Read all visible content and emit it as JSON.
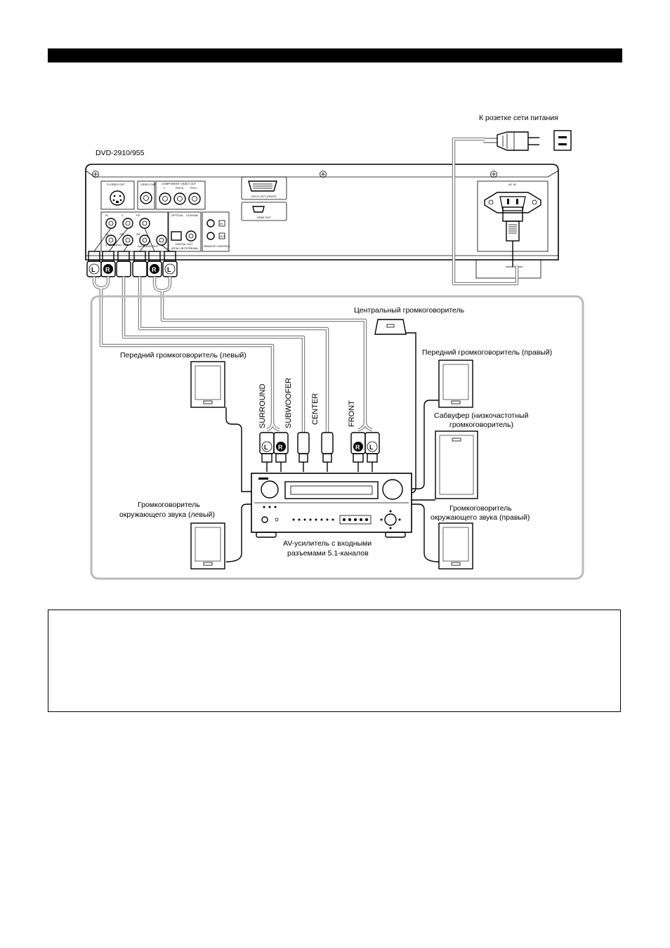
{
  "labels": {
    "power_outlet": "К розетке сети питания",
    "dvd_model": "DVD-2910/955",
    "center_speaker": "Центральный громкоговоритель",
    "front_left": "Передний громкоговоритель (левый)",
    "front_right": "Передний громкоговоритель (правый)",
    "subwoofer_line1": "Сабвуфер (низкочастотный",
    "subwoofer_line2": "громкоговоритель)",
    "surround_left_line1": "Громкоговоритель",
    "surround_left_line2": "окружающего звука (левый)",
    "surround_right_line1": "Громкоговоритель",
    "surround_right_line2": "окружающего звука (правый)",
    "amp_line1": "AV-усилитель с входными",
    "amp_line2": "разъемами 5.1-каналов"
  },
  "amp_inputs": {
    "surround": "SURROUND",
    "subwoofer": "SUBWOOFER",
    "center": "CENTER",
    "front": "FRONT"
  },
  "plug_marks": {
    "left": "L",
    "right": "R"
  },
  "panel": {
    "s_video_out": "S-VIDEO OUT",
    "video_out": "VIDEO OUT",
    "component_video_out": "COMPONENT VIDEO OUT",
    "comp_y": "Y",
    "comp_pb": "Pb/Cb",
    "comp_pr": "Pr/Cr",
    "dvi_out": "DVI-D OUT (HDCP)",
    "hdmi_out": "HDMI OUT",
    "ac_in": "AC IN",
    "optical": "OPTICAL",
    "coaxial": "COAXIAL",
    "audio_out_51": "5.1ch AUDIO OUT",
    "audio_out_2ch": "2ch AUDIO OUT",
    "digital_out": "DIGITAL OUT",
    "digital_out_sub": "(PCM / BITSTREAM)",
    "remote_control": "REMOTE CONTROL",
    "in": "IN",
    "out": "OUT",
    "fl": "FL",
    "c": "C",
    "sl": "SL",
    "sw": "SW",
    "sr": "SR",
    "fr": "FR",
    "l": "L",
    "r": "R"
  },
  "colors": {
    "cable": "#888888",
    "frame": "#bbbbbb",
    "bar": "#000000"
  }
}
